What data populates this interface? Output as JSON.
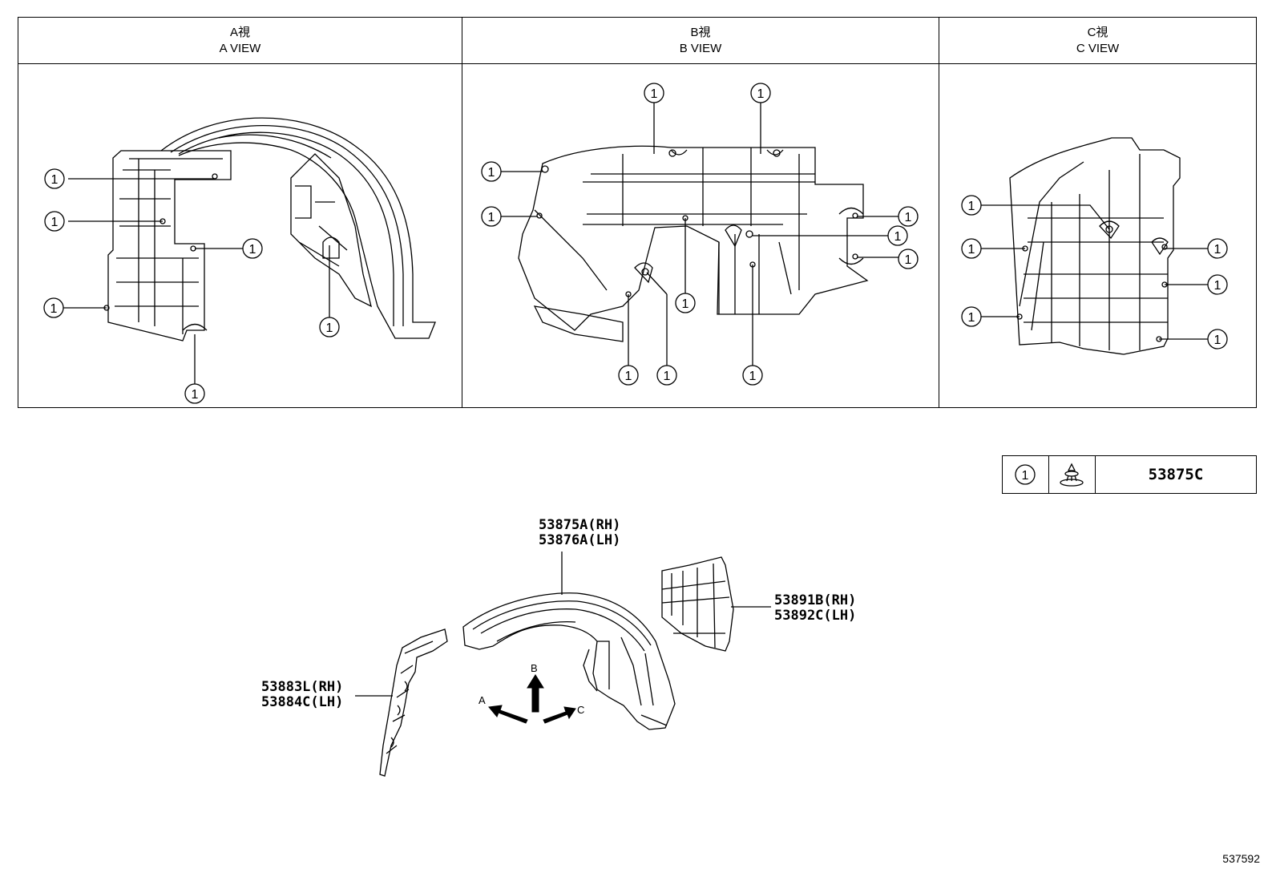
{
  "views": [
    {
      "title_jp": "A視",
      "title_en": "A VIEW"
    },
    {
      "title_jp": "B視",
      "title_en": "B VIEW"
    },
    {
      "title_jp": "C視",
      "title_en": "C VIEW"
    }
  ],
  "callout": "1",
  "legend": {
    "ref": "1",
    "icon": "clip-icon",
    "part": "53875C"
  },
  "parts": {
    "liner_rh": "53875A(RH)",
    "liner_lh": "53876A(LH)",
    "seal_rh": "53891B(RH)",
    "seal_lh": "53892C(LH)",
    "shield_rh": "53883L(RH)",
    "shield_lh": "53884C(LH)"
  },
  "arrows": {
    "a": "A",
    "b": "B",
    "c": "C"
  },
  "diagram_id": "537592"
}
